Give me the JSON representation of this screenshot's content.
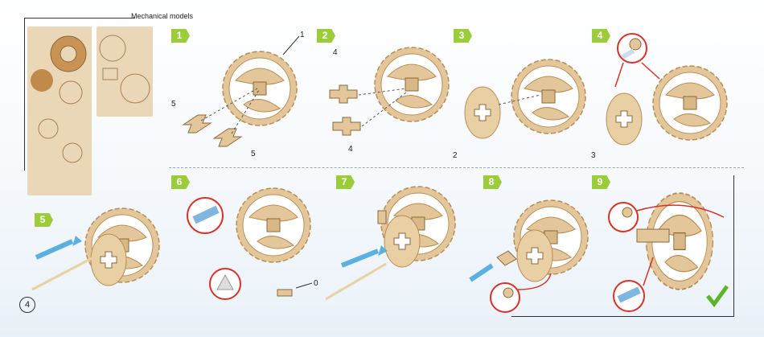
{
  "header": {
    "title": "Mechanical models"
  },
  "steps": [
    "1",
    "2",
    "3",
    "4",
    "5",
    "6",
    "7",
    "8",
    "9"
  ],
  "part_labels": {
    "s1_top": "1",
    "s1_a": "5",
    "s1_b": "5",
    "s2_a": "4",
    "s2_b": "4",
    "s3": "2",
    "s4": "3",
    "s6": "0"
  },
  "page_number": "4",
  "colors": {
    "wood": "#e3c79a",
    "wood_dark": "#b98c55",
    "step_green": "#9ccc3a",
    "arrow_blue": "#5ab0e0",
    "callout_red": "#d8322a",
    "check_green": "#5ab52c"
  },
  "icons": [
    "glue-icon",
    "ruler-icon",
    "sandpaper-icon",
    "checkmark-icon"
  ]
}
